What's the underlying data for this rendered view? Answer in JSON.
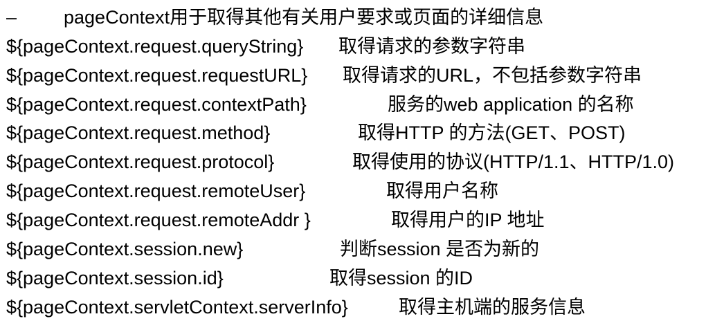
{
  "intro": {
    "bullet": "–",
    "text": "pageContext用于取得其他有关用户要求或页面的详细信息"
  },
  "rows": [
    {
      "expr": "${pageContext.request.queryString}",
      "desc": "取得请求的参数字符串"
    },
    {
      "expr": "${pageContext.request.requestURL}",
      "desc": "取得请求的URL，不包括参数字符串"
    },
    {
      "expr": "${pageContext.request.contextPath}",
      "desc": "服务的web application 的名称"
    },
    {
      "expr": "${pageContext.request.method}",
      "desc": "取得HTTP 的方法(GET、POST)"
    },
    {
      "expr": "${pageContext.request.protocol}",
      "desc": "取得使用的协议(HTTP/1.1、HTTP/1.0)"
    },
    {
      "expr": "${pageContext.request.remoteUser}",
      "desc": "取得用户名称"
    },
    {
      "expr": "${pageContext.request.remoteAddr }",
      "desc": "取得用户的IP 地址"
    },
    {
      "expr": "${pageContext.session.new}",
      "desc": "判断session 是否为新的"
    },
    {
      "expr": "${pageContext.session.id}",
      "desc": "取得session 的ID"
    },
    {
      "expr": "${pageContext.servletContext.serverInfo}",
      "desc": "取得主机端的服务信息"
    }
  ]
}
